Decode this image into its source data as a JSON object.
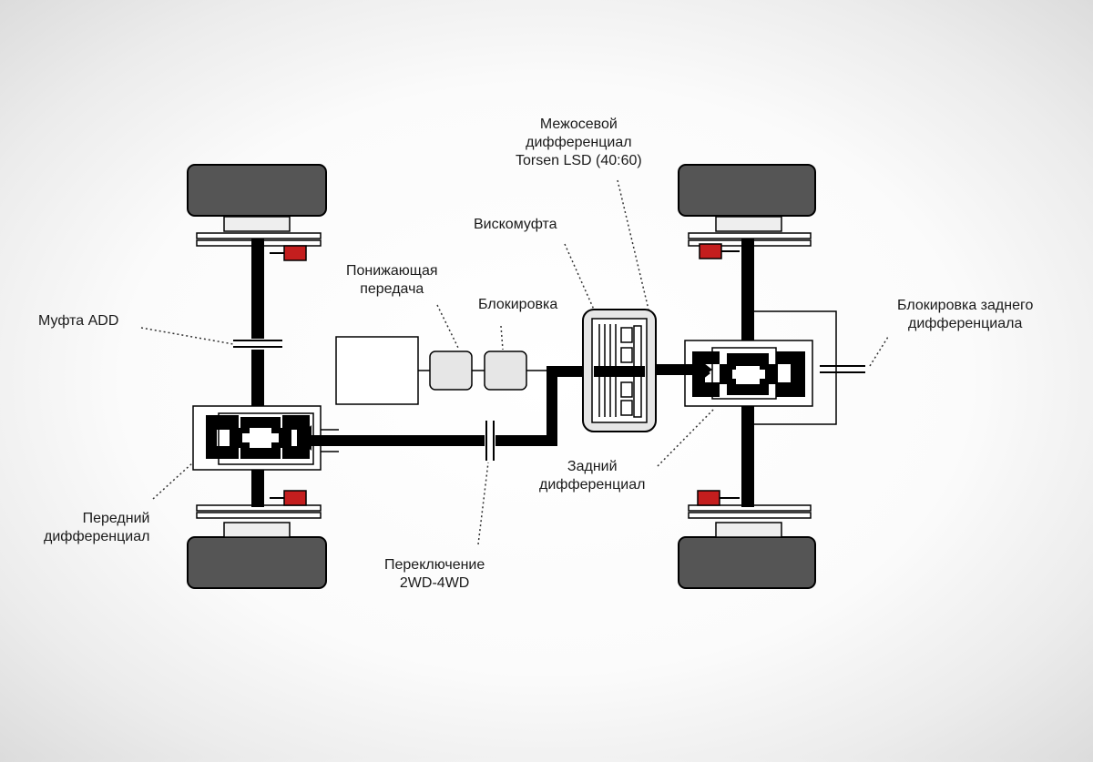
{
  "labels": {
    "interaxle_diff": [
      "Межосевой",
      "дифференциал",
      "Torsen LSD (40:60)"
    ],
    "viscous_coupling": "Вискомуфта",
    "low_gear": [
      "Понижающая",
      "передача"
    ],
    "lock": "Блокировка",
    "add_clutch": "Муфта ADD",
    "rear_diff_lock": [
      "Блокировка заднего",
      "дифференциала"
    ],
    "front_diff": [
      "Передний",
      "дифференциал"
    ],
    "rear_diff": [
      "Задний",
      "дифференциал"
    ],
    "switch_2wd_4wd": [
      "Переключение",
      "2WD-4WD"
    ]
  },
  "colors": {
    "line": "#000000",
    "tire": "#555555",
    "box_fill": "#e6e6e6",
    "actuator": "#c41e1e"
  }
}
